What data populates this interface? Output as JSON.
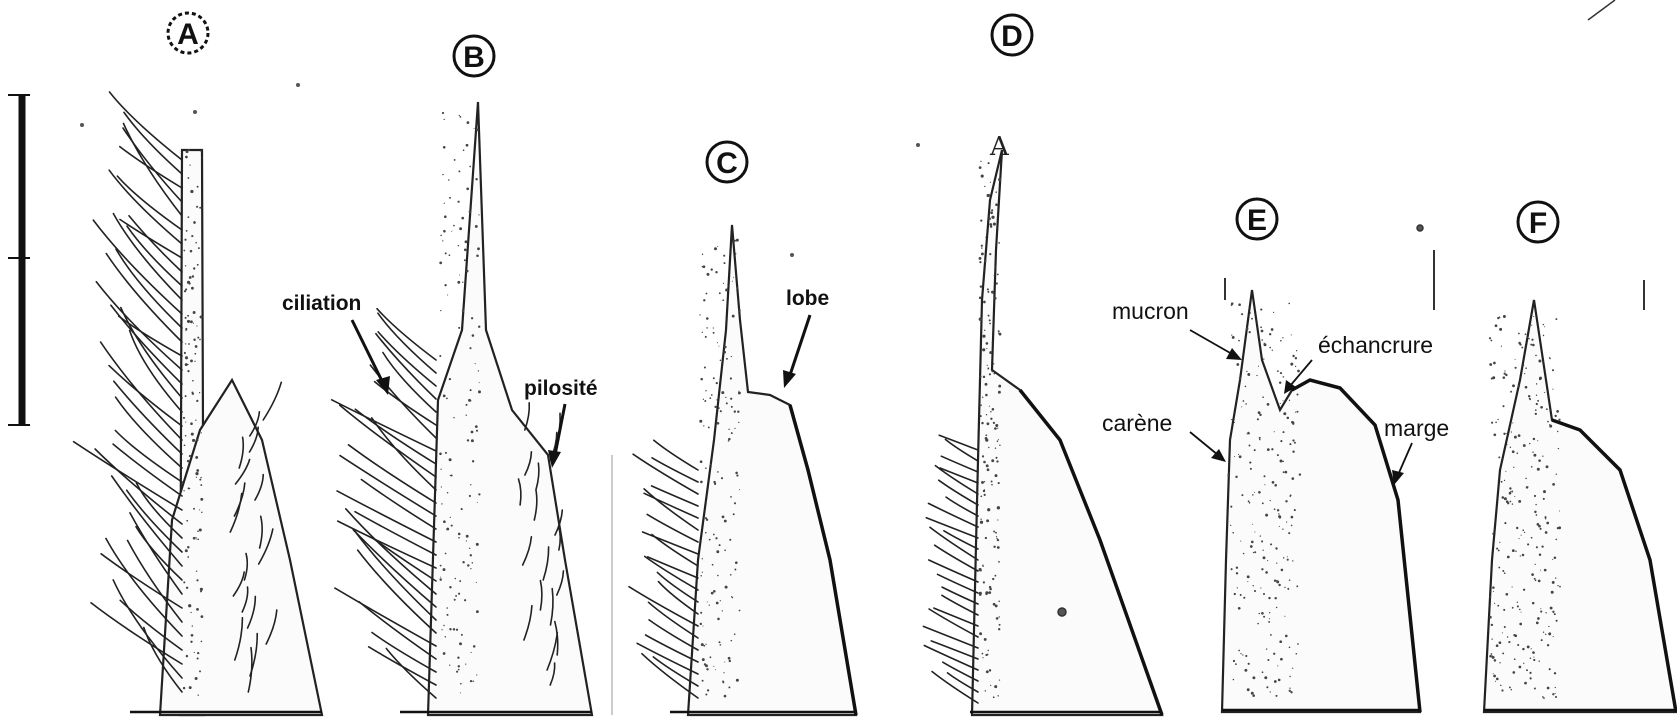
{
  "panels": {
    "a": {
      "letter": "A"
    },
    "b": {
      "letter": "B"
    },
    "c": {
      "letter": "C"
    },
    "d": {
      "letter": "D",
      "tip_letter": "A"
    },
    "e": {
      "letter": "E"
    },
    "f": {
      "letter": "F"
    }
  },
  "labels": {
    "ciliation": "ciliation",
    "pilosite": "pilosité",
    "lobe": "lobe",
    "mucron": "mucron",
    "echancrure": "échancrure",
    "carene": "carène",
    "marge": "marge"
  },
  "colors": {
    "ink": "#111111",
    "paper": "#ffffff"
  }
}
